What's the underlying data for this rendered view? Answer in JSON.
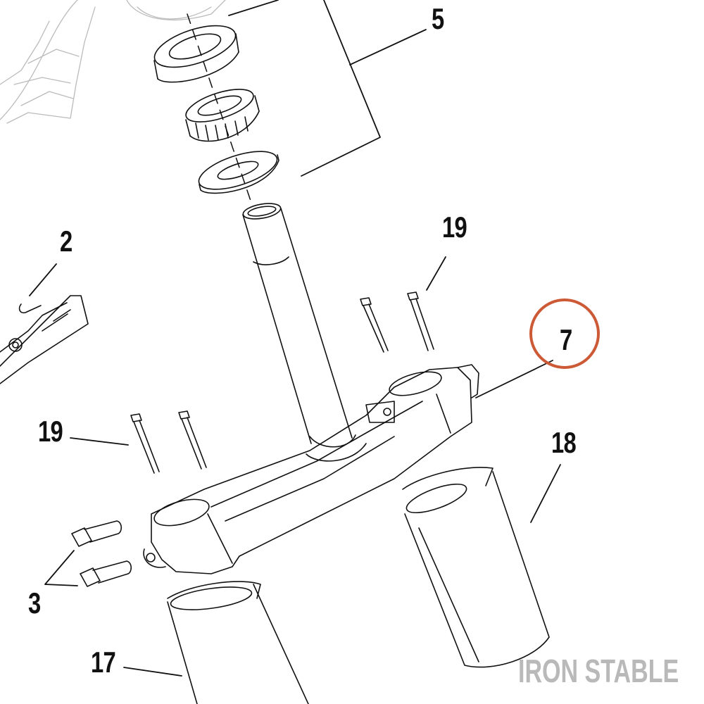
{
  "diagram": {
    "callouts": [
      {
        "id": "c5",
        "label": "5"
      },
      {
        "id": "c2",
        "label": "2"
      },
      {
        "id": "c19a",
        "label": "19"
      },
      {
        "id": "c7",
        "label": "7"
      },
      {
        "id": "c19b",
        "label": "19"
      },
      {
        "id": "c18",
        "label": "18"
      },
      {
        "id": "c3",
        "label": "3"
      },
      {
        "id": "c17",
        "label": "17"
      }
    ],
    "highlight_callout": "7",
    "colors": {
      "line": "#111111",
      "faint": "#bbbbbb",
      "highlight": "#cc5a36",
      "watermark": "#b9b9b9"
    }
  },
  "watermark": {
    "text": "IRON STABLE"
  }
}
